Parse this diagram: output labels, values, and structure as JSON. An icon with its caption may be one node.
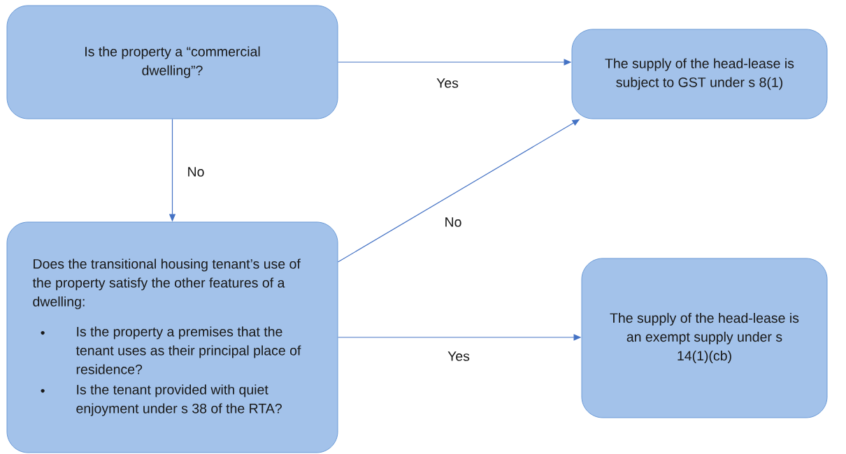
{
  "diagram": {
    "nodes": [
      {
        "text": [
          "Is the property a “commercial dwelling”?"
        ]
      },
      {
        "text": [
          "The supply of the head-lease is subject to GST under s 8(1)"
        ]
      },
      {
        "text": [
          "Does the transitional housing tenant’s use of the property satisfy the other features of a dwelling:",
          "Is the property a premises that the tenant uses as their principal place of residence?",
          "Is the tenant provided with quiet enjoyment under s 38 of the RTA?"
        ]
      },
      {
        "text": [
          "The supply of the head-lease is an exempt supply under s 14(1)(cb)"
        ]
      }
    ],
    "edges": [
      {
        "from": 0,
        "to": 1,
        "arrow": "to",
        "label": "Yes"
      },
      {
        "from": 0,
        "to": 2,
        "arrow": "to",
        "label": "No"
      },
      {
        "from": 2,
        "to": 1,
        "arrow": "to",
        "label": "No"
      },
      {
        "from": 2,
        "to": 3,
        "arrow": "to",
        "label": "Yes"
      }
    ]
  }
}
